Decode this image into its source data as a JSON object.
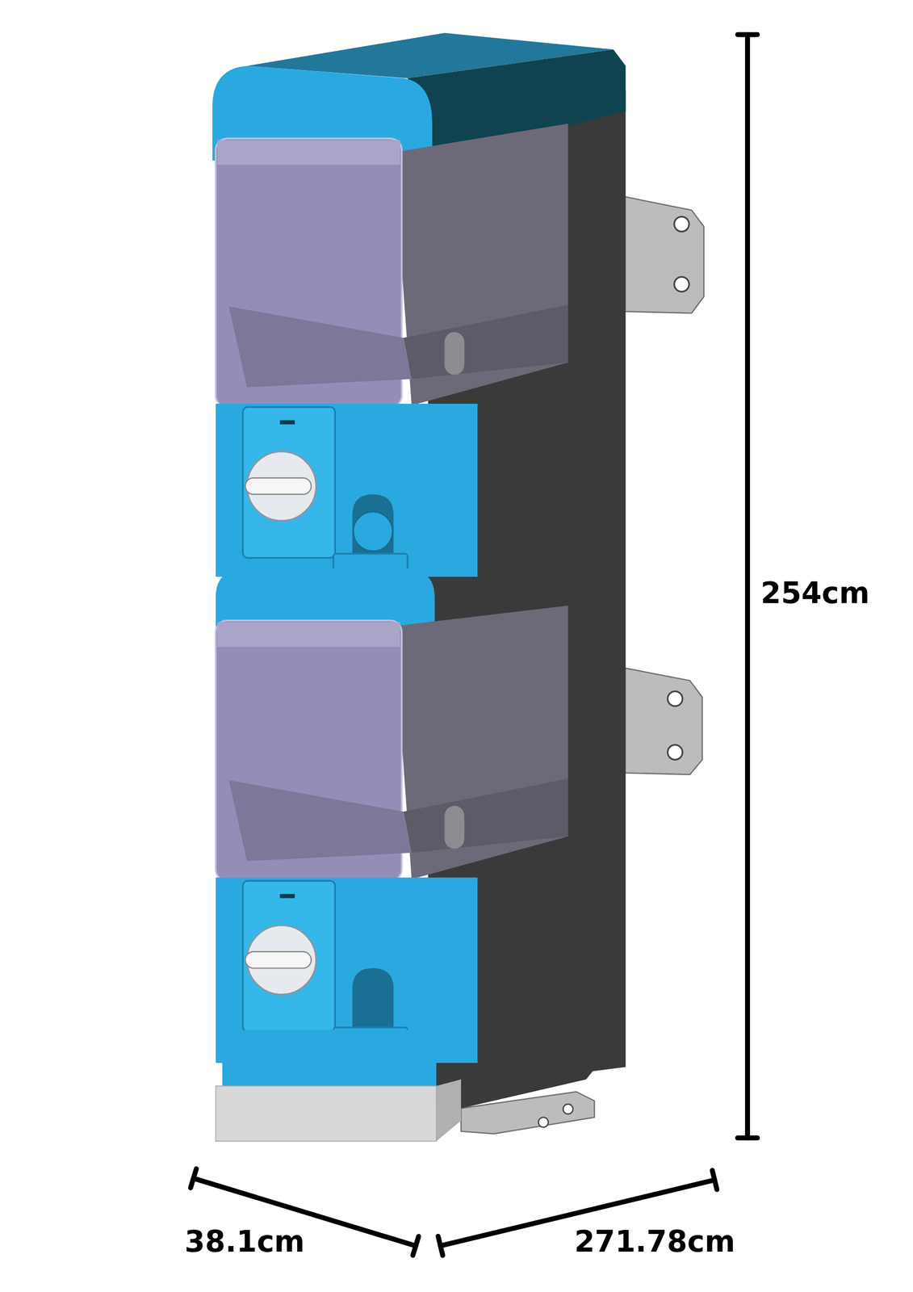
{
  "diagram": {
    "labels": [
      "254cm",
      "38.1cm",
      "271.78cm"
    ]
  }
}
